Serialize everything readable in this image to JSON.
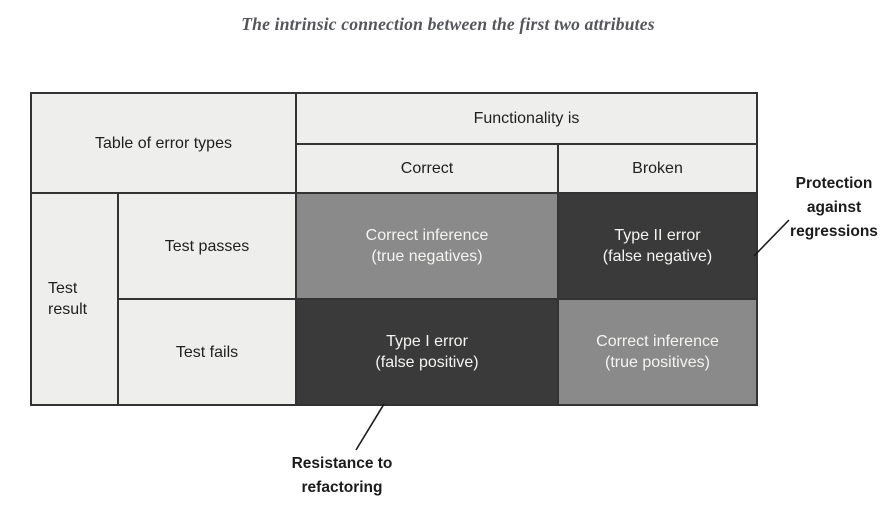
{
  "title": "The intrinsic connection between the first two attributes",
  "table": {
    "corner_label": "Table of error types",
    "column_group_label": "Functionality is",
    "col_correct": "Correct",
    "col_broken": "Broken",
    "row_group_label": "Test result",
    "row_pass": "Test passes",
    "row_fail": "Test fails",
    "cell_pass_correct": {
      "line1": "Correct inference",
      "line2": "(true negatives)"
    },
    "cell_pass_broken": {
      "line1": "Type II error",
      "line2": "(false negative)"
    },
    "cell_fail_correct": {
      "line1": "Type I error",
      "line2": "(false positive)"
    },
    "cell_fail_broken": {
      "line1": "Correct inference",
      "line2": "(true positives)"
    }
  },
  "annotations": {
    "regressions": {
      "lines": [
        "Protection",
        "against",
        "regressions"
      ]
    },
    "refactoring": {
      "lines": [
        "Resistance to",
        "refactoring"
      ]
    }
  },
  "colors": {
    "light_cell": "#eeeeec",
    "medium_gray_cell": "#8a8a8a",
    "dark_cell": "#3a3a3a",
    "border": "#333333",
    "title_text": "#55565a",
    "annotation_text": "#1b1b1b"
  }
}
